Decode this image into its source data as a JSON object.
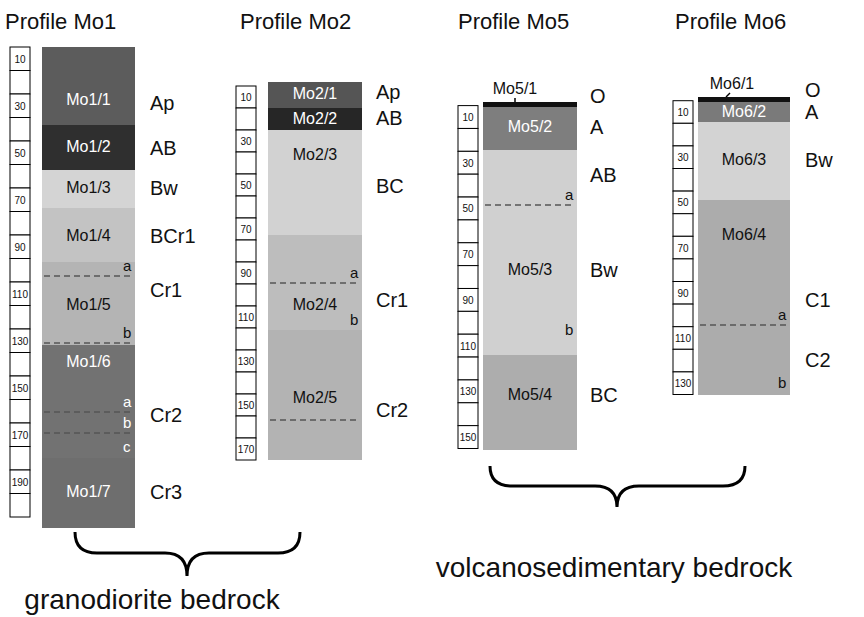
{
  "diagram": {
    "nodes": [
      {
        "text": [
          "Profile Mo1"
        ]
      },
      {
        "text": [
          "Mo1/1"
        ],
        "in": 0
      },
      {
        "text": [
          "Mo1/2"
        ],
        "in": 0
      },
      {
        "text": [
          "Mo1/3"
        ],
        "in": 0
      },
      {
        "text": [
          "Mo1/4"
        ],
        "in": 0
      },
      {
        "text": [
          "Mo1/5"
        ],
        "in": 0
      },
      {
        "text": [
          "Mo1/6"
        ],
        "in": 0
      },
      {
        "text": [
          "Mo1/7"
        ],
        "in": 0
      },
      {
        "text": [
          "Profile Mo2"
        ]
      },
      {
        "text": [
          "Mo2/1"
        ],
        "in": 8
      },
      {
        "text": [
          "Mo2/2"
        ],
        "in": 8
      },
      {
        "text": [
          "Mo2/3"
        ],
        "in": 8
      },
      {
        "text": [
          "Mo2/4"
        ],
        "in": 8
      },
      {
        "text": [
          "Mo2/5"
        ],
        "in": 8
      },
      {
        "text": [
          "Profile Mo5"
        ]
      },
      {
        "text": [
          "Mo5/1"
        ],
        "in": 14
      },
      {
        "text": [
          "Mo5/2"
        ],
        "in": 14
      },
      {
        "text": [
          "Mo5/3"
        ],
        "in": 14
      },
      {
        "text": [
          "Mo5/4"
        ],
        "in": 14
      },
      {
        "text": [
          "Profile Mo6"
        ]
      },
      {
        "text": [
          "Mo6/1"
        ],
        "in": 19
      },
      {
        "text": [
          "Mo6/2"
        ],
        "in": 19
      },
      {
        "text": [
          "Mo6/3"
        ],
        "in": 19
      },
      {
        "text": [
          "Mo6/4"
        ],
        "in": 19
      }
    ],
    "labels": [
      "10",
      "30",
      "50",
      "70",
      "90",
      "110",
      "130",
      "150",
      "170",
      "190",
      "Ap",
      "AB",
      "Bw",
      "BCr1",
      "Cr1",
      "Cr2",
      "Cr3",
      "a",
      "b",
      "a",
      "b",
      "c",
      "10",
      "30",
      "50",
      "70",
      "90",
      "110",
      "130",
      "150",
      "170",
      "Ap",
      "AB",
      "BC",
      "Cr1",
      "Cr2",
      "a",
      "b",
      "10",
      "30",
      "50",
      "70",
      "90",
      "110",
      "130",
      "150",
      "O",
      "A",
      "AB",
      "Bw",
      "BC",
      "a",
      "b",
      "10",
      "30",
      "50",
      "70",
      "90",
      "110",
      "130",
      "O",
      "A",
      "Bw",
      "C1",
      "C2",
      "a",
      "b",
      "granodiorite bedrock",
      "volcanosedimentary bedrock"
    ]
  }
}
